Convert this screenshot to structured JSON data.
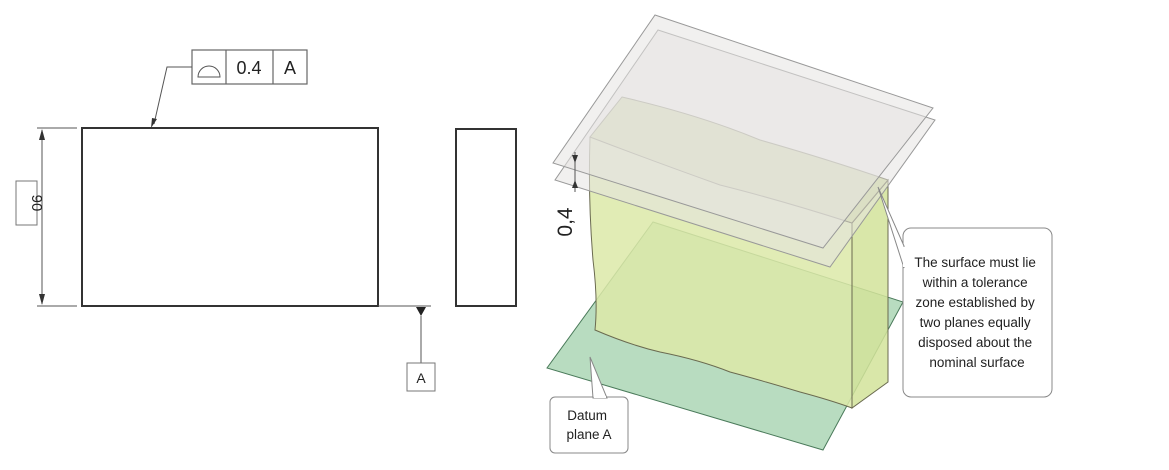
{
  "drawing": {
    "fcf": {
      "symbol": "profile-of-surface",
      "tolerance": "0.4",
      "datum": "A"
    },
    "dimension": "90",
    "datum_label": "A"
  },
  "illustration": {
    "tolerance_label": "0,4",
    "surface_callout": [
      "The surface must lie",
      "within a tolerance",
      "zone established by",
      "two planes equally",
      "disposed about the",
      "nominal surface"
    ],
    "datum_callout": [
      "Datum",
      "plane A"
    ]
  },
  "colors": {
    "plane": "#e6e4e2",
    "part": "#dce9a8",
    "datum_plane": "#b8dcc0"
  }
}
